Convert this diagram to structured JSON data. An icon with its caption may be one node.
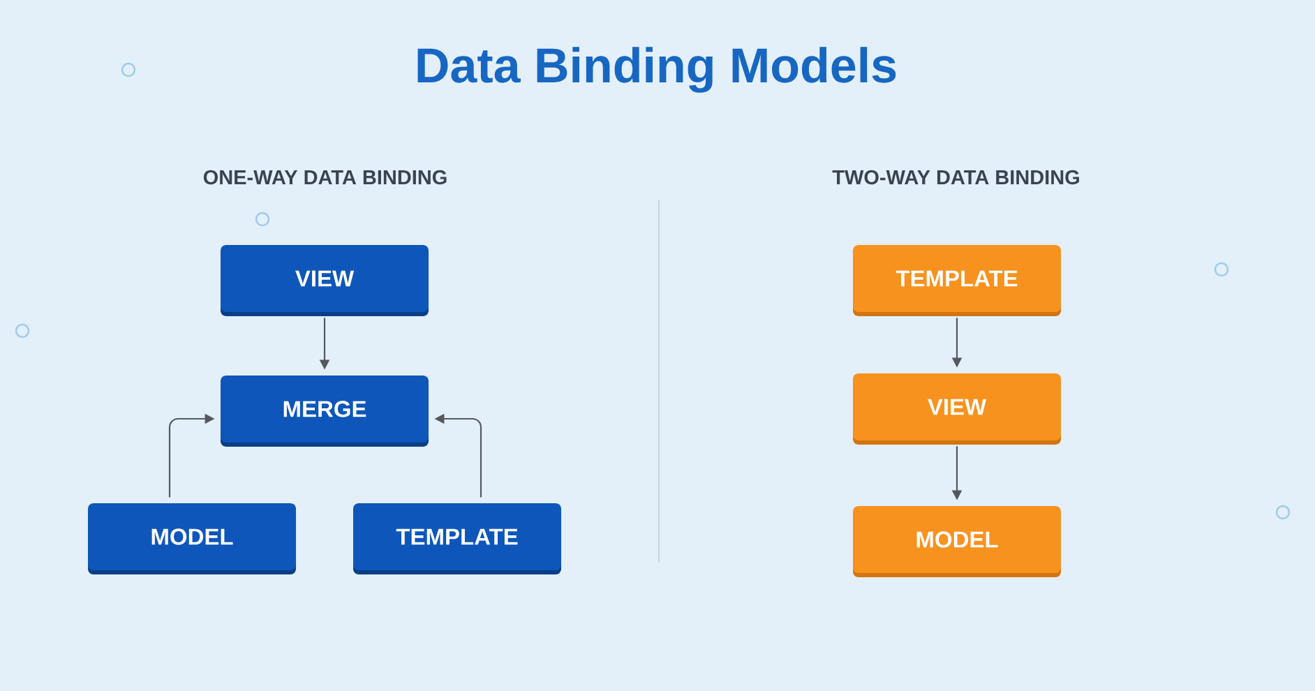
{
  "diagram": {
    "title": "Data Binding Models",
    "nodes": [
      {
        "text": [
          "VIEW"
        ]
      },
      {
        "text": [
          "MERGE"
        ]
      },
      {
        "text": [
          "MODEL"
        ]
      },
      {
        "text": [
          "TEMPLATE"
        ]
      },
      {
        "text": [
          "TEMPLATE"
        ]
      },
      {
        "text": [
          "VIEW"
        ]
      },
      {
        "text": [
          "MODEL"
        ]
      }
    ],
    "edges": [
      {
        "from": 0,
        "to": 1,
        "arrow": "to"
      },
      {
        "from": 2,
        "to": 1,
        "arrow": "to"
      },
      {
        "from": 3,
        "to": 1,
        "arrow": "to"
      },
      {
        "from": 4,
        "to": 5,
        "arrow": "to"
      },
      {
        "from": 5,
        "to": 6,
        "arrow": "to"
      }
    ],
    "labels": [
      "ONE-WAY DATA BINDING",
      "TWO-WAY DATA BINDING"
    ]
  }
}
